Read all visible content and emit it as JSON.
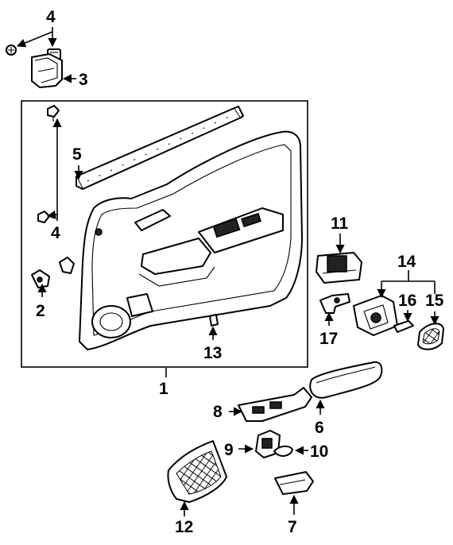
{
  "callouts": {
    "c1": "1",
    "c2": "2",
    "c3": "3",
    "c4a": "4",
    "c4b": "4",
    "c5": "5",
    "c6": "6",
    "c7": "7",
    "c8": "8",
    "c9": "9",
    "c10": "10",
    "c11": "11",
    "c12": "12",
    "c13": "13",
    "c14": "14",
    "c15": "15",
    "c16": "16",
    "c17": "17"
  }
}
